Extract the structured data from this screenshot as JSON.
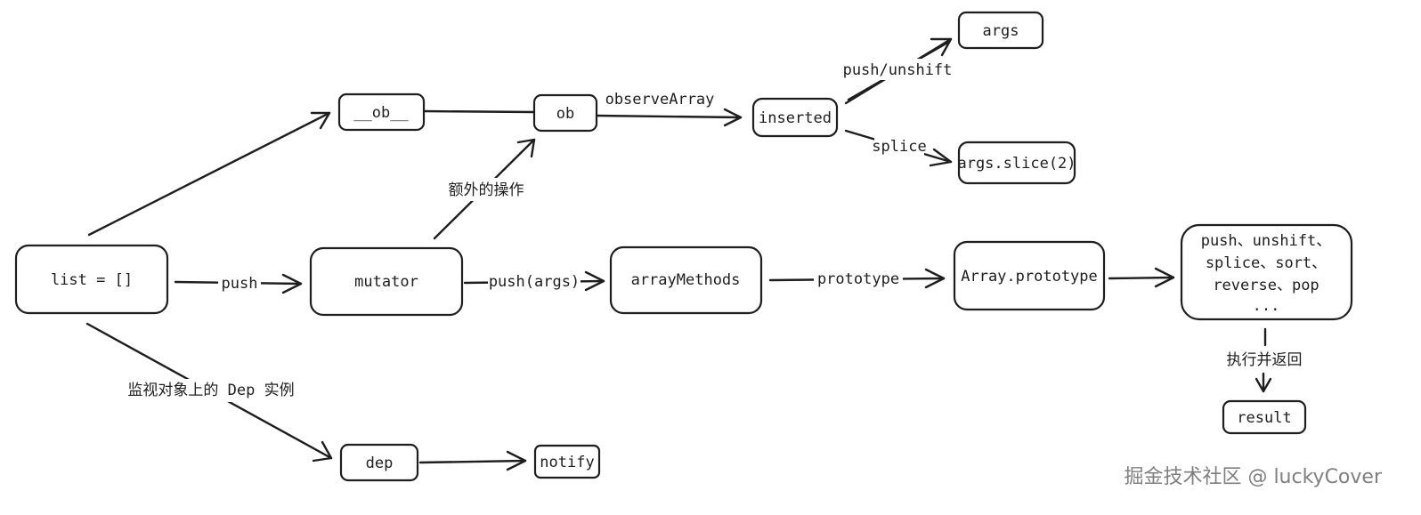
{
  "nodes": {
    "list": "list = []",
    "ob_prop": "__ob__",
    "ob": "ob",
    "inserted": "inserted",
    "args": "args",
    "args_slice": "args.slice(2)",
    "mutator": "mutator",
    "array_methods": "arrayMethods",
    "array_prototype": "Array.prototype",
    "methods_list": [
      "push、unshift、",
      "splice、sort、",
      "reverse、pop",
      "..."
    ],
    "result": "result",
    "dep": "dep",
    "notify": "notify"
  },
  "edges": {
    "push": "push",
    "push_args": "push(args)",
    "prototype": "prototype",
    "observe_array": "observeArray",
    "push_unshift": "push/unshift",
    "splice": "splice",
    "extra_op": "额外的操作",
    "execute_return": "执行并返回",
    "watch_dep": "监视对象上的 Dep 实例"
  },
  "watermark": "掘金技术社区 @ luckyCover"
}
